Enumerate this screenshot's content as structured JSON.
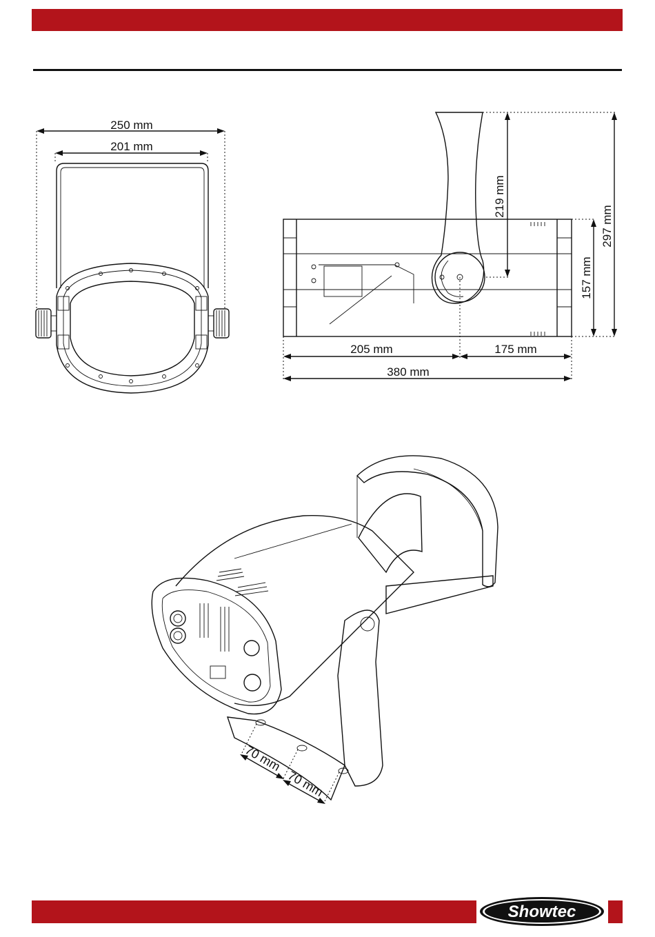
{
  "brand": {
    "name": "Showtec",
    "accent": "#b3141b"
  },
  "front_view": {
    "overall_width": "250 mm",
    "inner_width": "201 mm"
  },
  "side_view": {
    "height_total": "297 mm",
    "height_yoke": "219 mm",
    "height_body": "157 mm",
    "depth_rear": "205 mm",
    "depth_front": "175 mm",
    "depth_total": "380 mm"
  },
  "iso_view": {
    "hole_spacing_1": "70 mm",
    "hole_spacing_2": "70 mm"
  }
}
